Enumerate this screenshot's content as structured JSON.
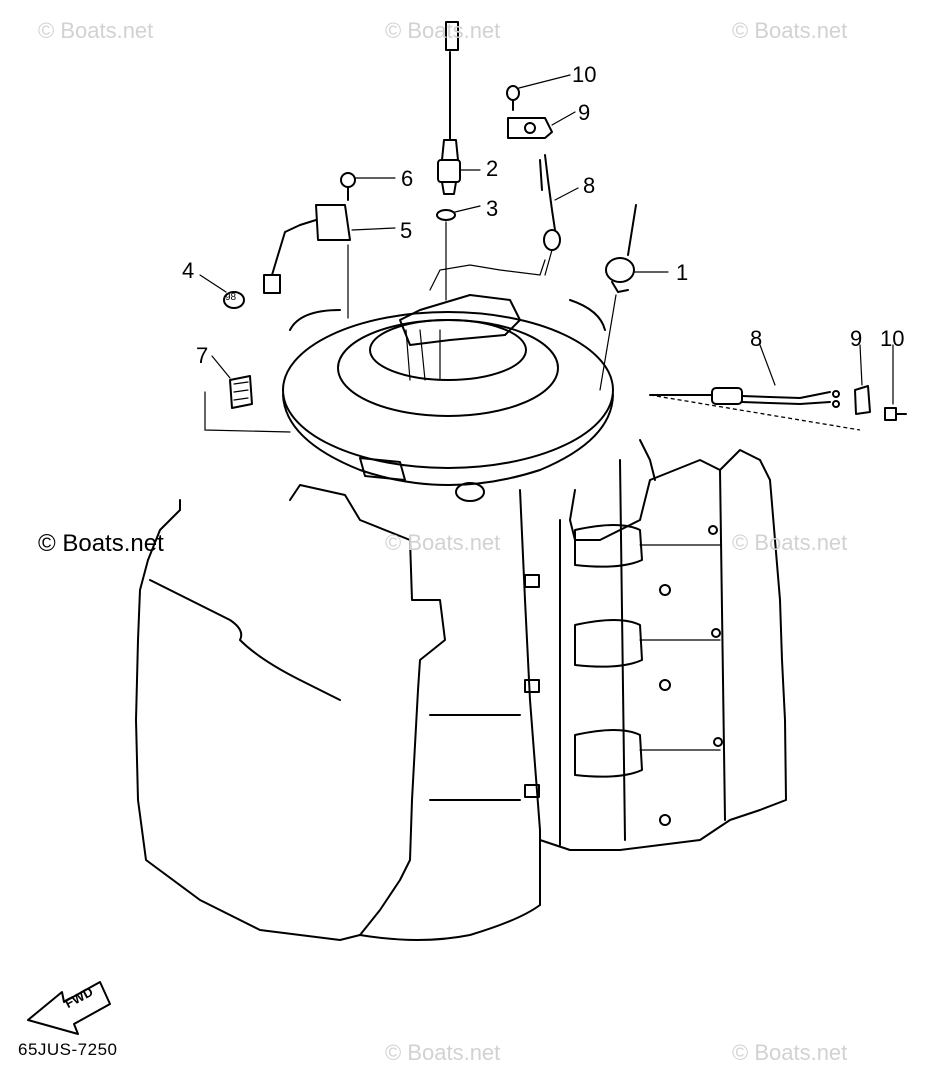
{
  "watermark": "© Boats.net",
  "diagram_code": "65JUS-7250",
  "direction_label": "FWD",
  "callouts": {
    "c1": "1",
    "c2": "2",
    "c3": "3",
    "c4": "4",
    "c5": "5",
    "c6": "6",
    "c7": "7",
    "c8a": "8",
    "c8b": "8",
    "c9a": "9",
    "c9b": "9",
    "c10a": "10",
    "c10b": "10"
  },
  "part_mark_4": "98"
}
